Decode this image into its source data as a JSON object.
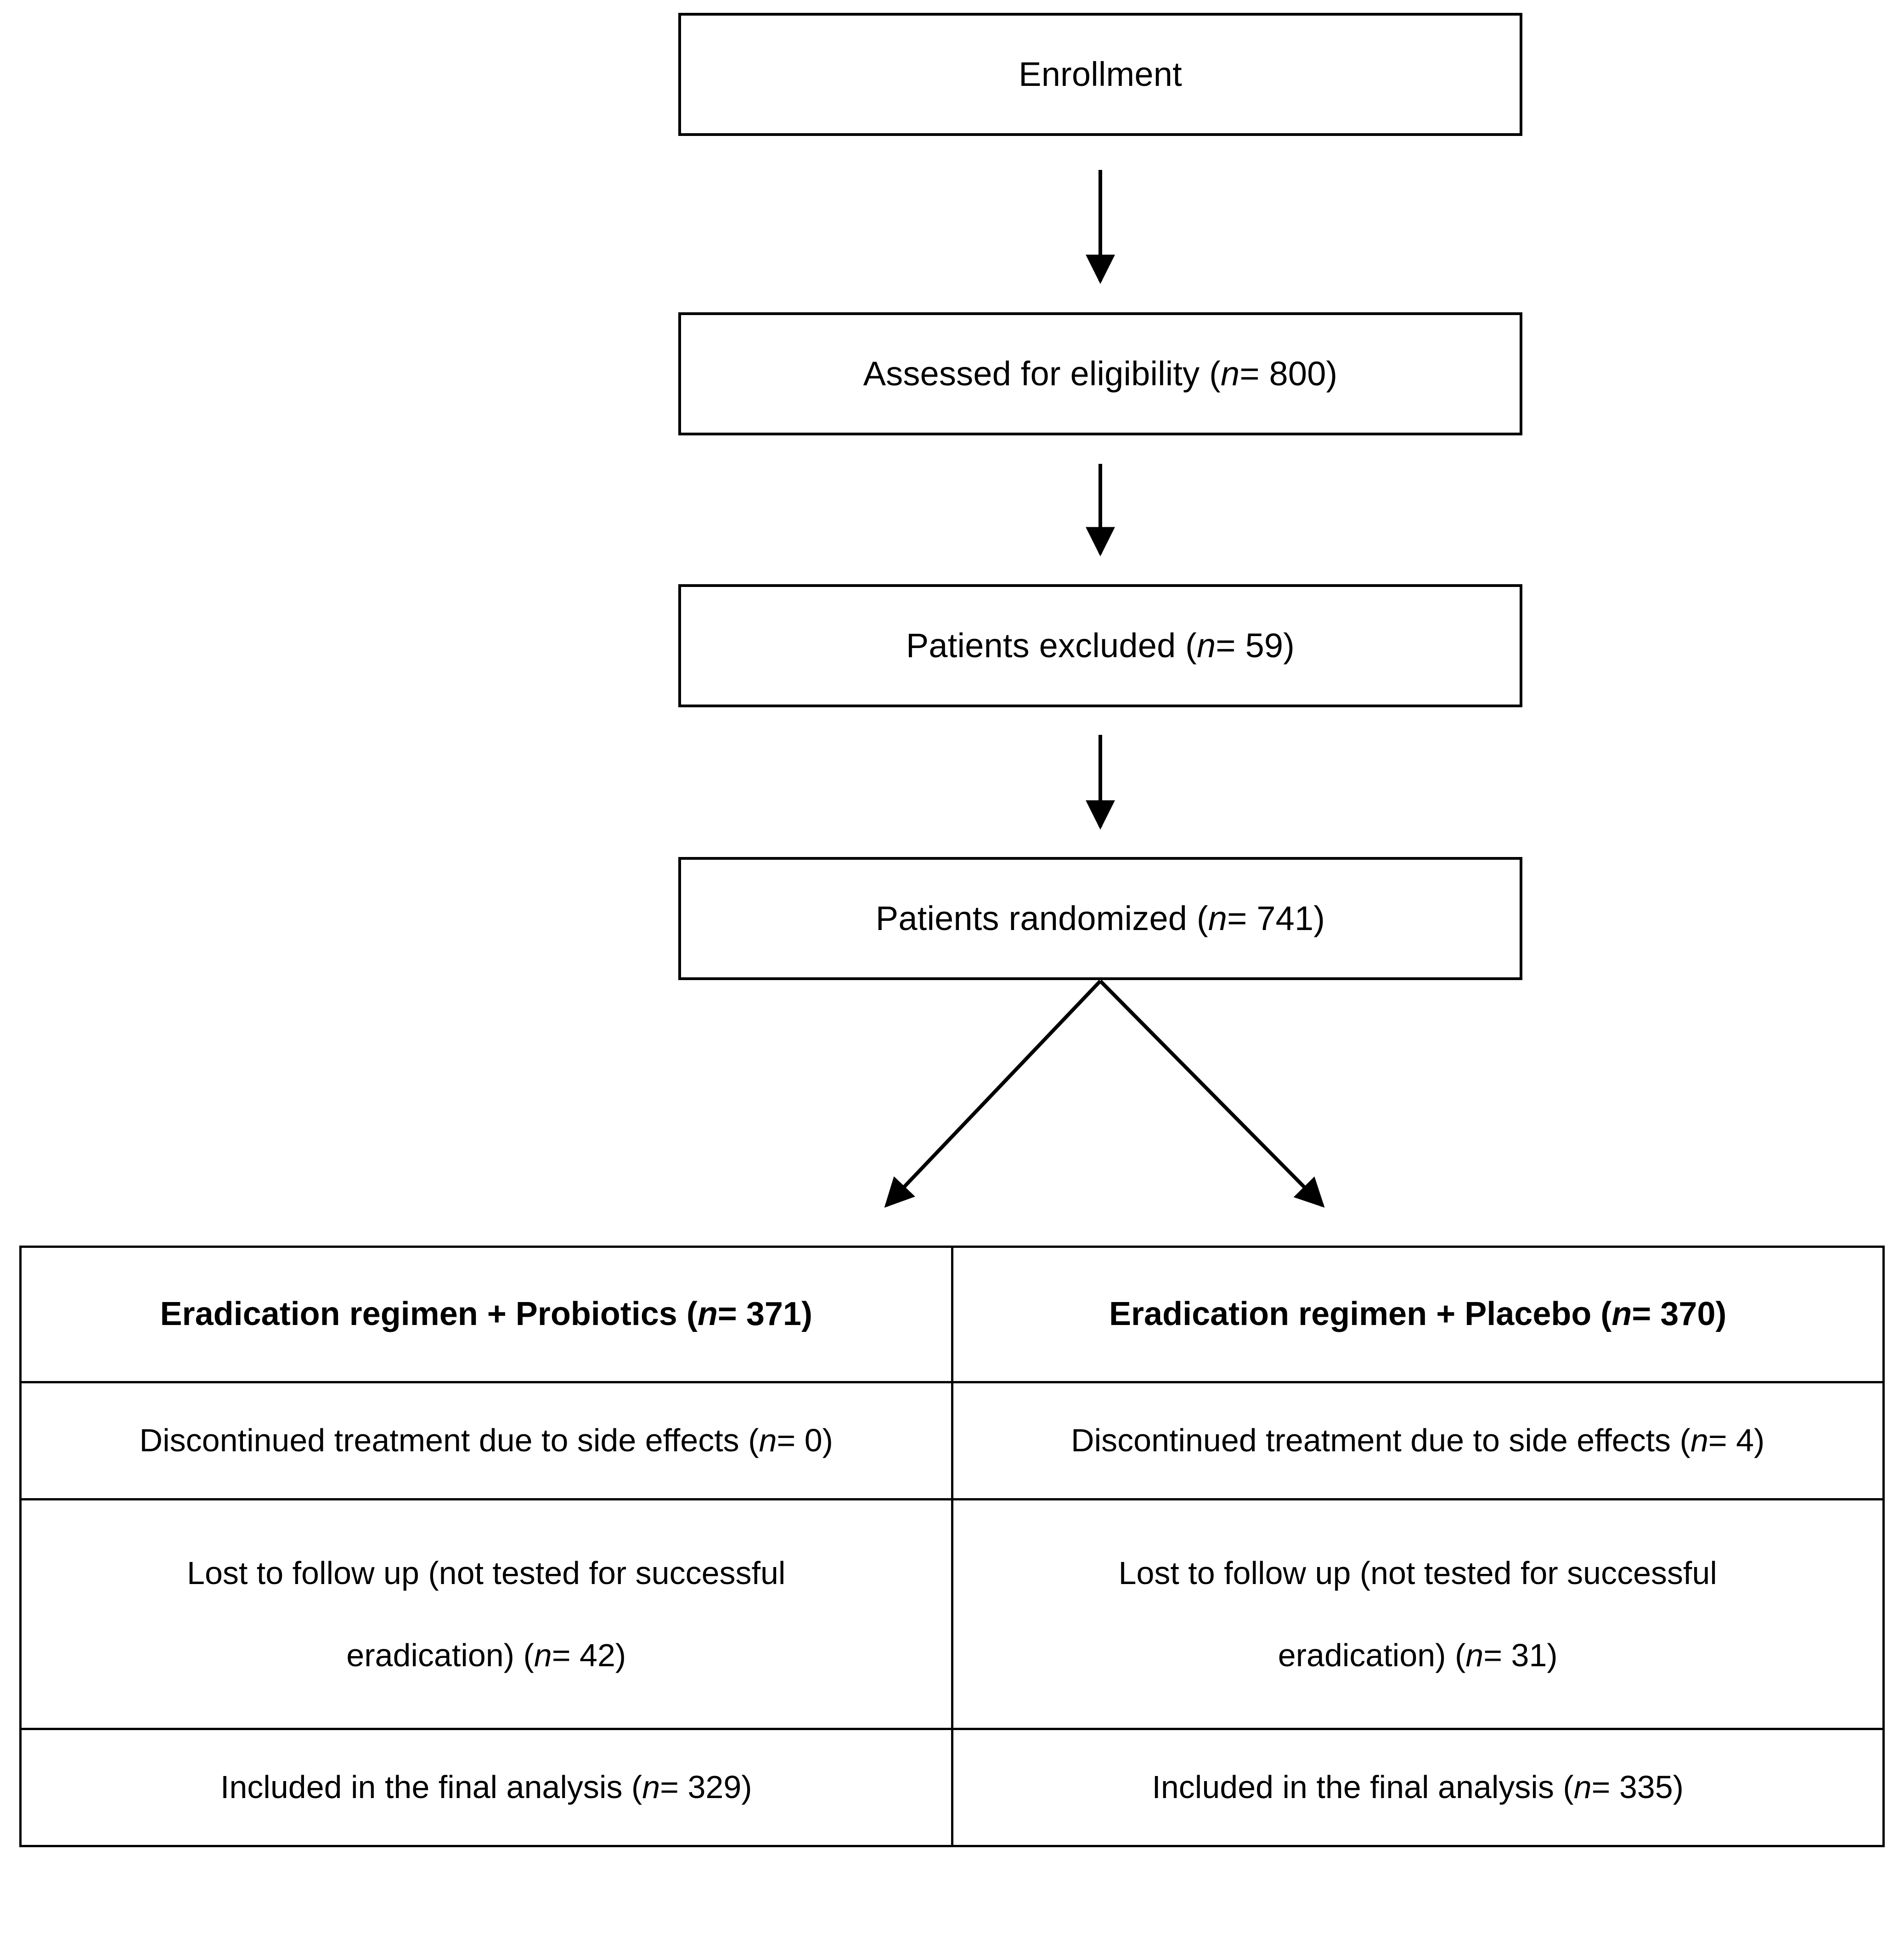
{
  "diagram": {
    "type": "consort-flow-diagram",
    "title": "Enrollment",
    "flow_nodes": [
      {
        "id": "enrollment",
        "label": "Enrollment"
      },
      {
        "id": "assessed",
        "label": "Assessed for eligibility (n = 800)",
        "prefix": "Assessed for eligibility (",
        "n_value": "= 800)",
        "n": 800
      },
      {
        "id": "excluded",
        "label": "Patients excluded (n = 59)",
        "prefix": "Patients excluded (",
        "n_value": "= 59)",
        "n": 59
      },
      {
        "id": "randomized",
        "label": "Patients randomized (n = 741)",
        "prefix": "Patients randomized (",
        "n_value": "= 741)",
        "n": 741
      }
    ],
    "connectors": [
      {
        "from": "enrollment",
        "to": "assessed",
        "kind": "vertical-arrow"
      },
      {
        "from": "assessed",
        "to": "excluded",
        "kind": "vertical-arrow"
      },
      {
        "from": "excluded",
        "to": "randomized",
        "kind": "vertical-arrow"
      },
      {
        "from": "randomized",
        "to": "arm-probiotics",
        "kind": "diagonal-arrow-left"
      },
      {
        "from": "randomized",
        "to": "arm-placebo",
        "kind": "diagonal-arrow-right"
      }
    ],
    "arms": [
      {
        "id": "arm-probiotics",
        "header_prefix": "Eradication regimen + Probiotics (",
        "header_n": "= 371)",
        "header_full": "Eradication regimen + Probiotics (n = 371)",
        "allocated_n": 371,
        "rows": [
          {
            "prefix": "Discontinued treatment due to side effects (",
            "n_text": "= 0)",
            "n": 0,
            "lines": 1
          },
          {
            "prefix": "Lost to follow up (not tested for successful",
            "line2_prefix": "eradication) (",
            "n_text": "= 42)",
            "n": 42,
            "lines": 2
          },
          {
            "prefix": "Included in the final analysis (",
            "n_text": "= 329)",
            "n": 329,
            "lines": 1
          }
        ]
      },
      {
        "id": "arm-placebo",
        "header_prefix": "Eradication regimen + Placebo (",
        "header_n": "= 370)",
        "header_full": "Eradication regimen + Placebo (n = 370)",
        "allocated_n": 370,
        "rows": [
          {
            "prefix": "Discontinued treatment due to side effects (",
            "n_text": "= 4)",
            "n": 4,
            "lines": 1
          },
          {
            "prefix": "Lost to follow up (not tested for successful",
            "line2_prefix": "eradication) (",
            "n_text": "= 31)",
            "n": 31,
            "lines": 2
          },
          {
            "prefix": "Included in the final analysis (",
            "n_text": "= 335)",
            "n": 335,
            "lines": 1
          }
        ]
      }
    ],
    "symbols": {
      "n_italic": "n"
    },
    "colors": {
      "stroke": "#000000",
      "background": "#ffffff",
      "text": "#000000"
    }
  }
}
